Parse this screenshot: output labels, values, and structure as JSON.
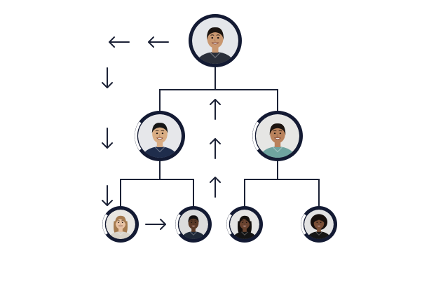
{
  "diagram": {
    "type": "org-chart",
    "colors": {
      "background": "#ffffff",
      "line": "#1c2236",
      "ring": "#131a33",
      "ring_gap": "#f3f4f6",
      "arrow": "#1c2236"
    },
    "nodes": [
      {
        "id": "top",
        "level": 1,
        "icon": "person-photo",
        "ring": "full",
        "skin": "#c99770",
        "hair": "#1b1410",
        "hair_style": "pulled-back",
        "shirt": "#2b2f3a",
        "photo_bg": "#e4e6ea"
      },
      {
        "id": "mid-left",
        "level": 2,
        "icon": "person-photo",
        "ring": "gapped-left",
        "skin": "#d9ad84",
        "hair": "#161616",
        "hair_style": "short",
        "shirt": "#1f2d4c",
        "photo_bg": "#e6e7ea"
      },
      {
        "id": "mid-right",
        "level": 2,
        "icon": "person-photo",
        "ring": "gapped-left",
        "skin": "#b9825c",
        "hair": "#1c1410",
        "hair_style": "pulled-back",
        "shirt": "#6fa4a0",
        "photo_bg": "#e6e6e4"
      },
      {
        "id": "bottom-1",
        "level": 3,
        "icon": "person-photo",
        "ring": "gapped-left",
        "skin": "#e7c2a4",
        "hair": "#a57a4f",
        "hair_style": "long",
        "shirt": "#d8d2c8",
        "photo_bg": "#e8e6e2"
      },
      {
        "id": "bottom-2",
        "level": 3,
        "icon": "person-photo",
        "ring": "gapped-left",
        "skin": "#5a3926",
        "hair": "#141010",
        "hair_style": "short",
        "shirt": "#1f2938",
        "photo_bg": "#dcdcdc"
      },
      {
        "id": "bottom-3",
        "level": 3,
        "icon": "person-photo",
        "ring": "gapped-left",
        "skin": "#6b4430",
        "hair": "#120e0c",
        "hair_style": "long",
        "shirt": "#141414",
        "photo_bg": "#e4e4e4"
      },
      {
        "id": "bottom-4",
        "level": 3,
        "icon": "person-photo",
        "ring": "gapped-left",
        "skin": "#7a4f36",
        "hair": "#160f0c",
        "hair_style": "curly",
        "shirt": "#151515",
        "photo_bg": "#e2e2e2"
      }
    ],
    "edges": [
      {
        "from": "top",
        "to": "mid-left"
      },
      {
        "from": "top",
        "to": "mid-right"
      },
      {
        "from": "mid-left",
        "to": "bottom-1"
      },
      {
        "from": "mid-left",
        "to": "bottom-2"
      },
      {
        "from": "mid-right",
        "to": "bottom-3"
      },
      {
        "from": "mid-right",
        "to": "bottom-4"
      }
    ],
    "flow_arrows": [
      {
        "id": "left-top-a",
        "direction": "left",
        "icon": "arrow-left-icon"
      },
      {
        "id": "left-top-b",
        "direction": "left",
        "icon": "arrow-left-icon"
      },
      {
        "id": "down-1",
        "direction": "down",
        "icon": "arrow-down-icon"
      },
      {
        "id": "down-2",
        "direction": "down",
        "icon": "arrow-down-icon"
      },
      {
        "id": "down-3",
        "direction": "down",
        "icon": "arrow-down-icon"
      },
      {
        "id": "right-bottom",
        "direction": "right",
        "icon": "arrow-right-icon"
      },
      {
        "id": "up-1",
        "direction": "up",
        "icon": "arrow-up-icon"
      },
      {
        "id": "up-2",
        "direction": "up",
        "icon": "arrow-up-icon"
      },
      {
        "id": "up-3",
        "direction": "up",
        "icon": "arrow-up-icon"
      }
    ]
  }
}
